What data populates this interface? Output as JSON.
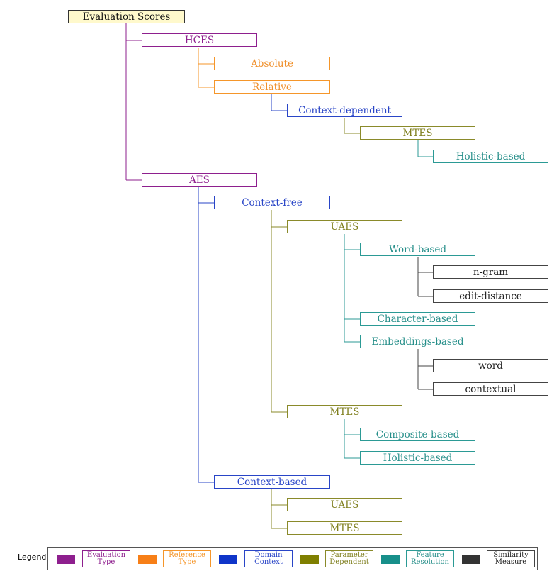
{
  "colors": {
    "evaluation_type": "#8e1f8e",
    "reference_type": "#f5962a",
    "domain_context": "#2945c7",
    "parameter_dependent": "#8a8a2a",
    "feature_resolution": "#2b9a95",
    "similarity_measure": "#333333",
    "root_fill": "#fff9cc"
  },
  "tree": {
    "root": "Evaluation Scores",
    "hces": {
      "label": "HCES",
      "absolute": "Absolute",
      "relative": "Relative",
      "context_dependent": "Context-dependent",
      "mtes": "MTES",
      "holistic": "Holistic-based"
    },
    "aes": {
      "label": "AES",
      "context_free": {
        "label": "Context-free",
        "uaes": {
          "label": "UAES",
          "word_based": {
            "label": "Word-based",
            "ngram": "n-gram",
            "edit_distance": "edit-distance"
          },
          "character_based": "Character-based",
          "embeddings_based": {
            "label": "Embeddings-based",
            "word": "word",
            "contextual": "contextual"
          }
        },
        "mtes": {
          "label": "MTES",
          "composite": "Composite-based",
          "holistic": "Holistic-based"
        }
      },
      "context_based": {
        "label": "Context-based",
        "uaes": "UAES",
        "mtes": "MTES"
      }
    }
  },
  "legend": {
    "title": "Legend:",
    "evaluation_type": [
      "Evaluation",
      "Type"
    ],
    "reference_type": [
      "Reference",
      "Type"
    ],
    "domain_context": [
      "Domain",
      "Context"
    ],
    "parameter_dependent": [
      "Parameter",
      "Dependent"
    ],
    "feature_resolution": [
      "Feature",
      "Resolution"
    ],
    "similarity_measure": [
      "Similarity",
      "Measure"
    ]
  }
}
